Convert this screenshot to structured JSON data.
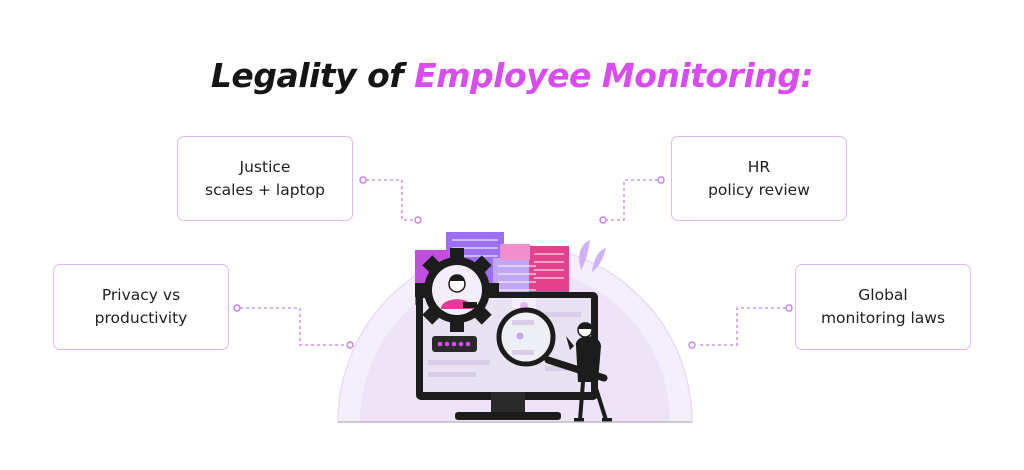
{
  "title": {
    "part1": "Legality of ",
    "part2": "Employee Monitoring:"
  },
  "boxes": {
    "top_left": "Justice\nscales + laptop",
    "top_right": "HR\npolicy review",
    "mid_left": "Privacy vs\nproductivity",
    "mid_right": "Global\nmonitoring laws"
  },
  "colors": {
    "accent": "#d94cf0",
    "box_border": "#dfb8ef",
    "connector": "#c77fe3",
    "dark": "#222222"
  }
}
